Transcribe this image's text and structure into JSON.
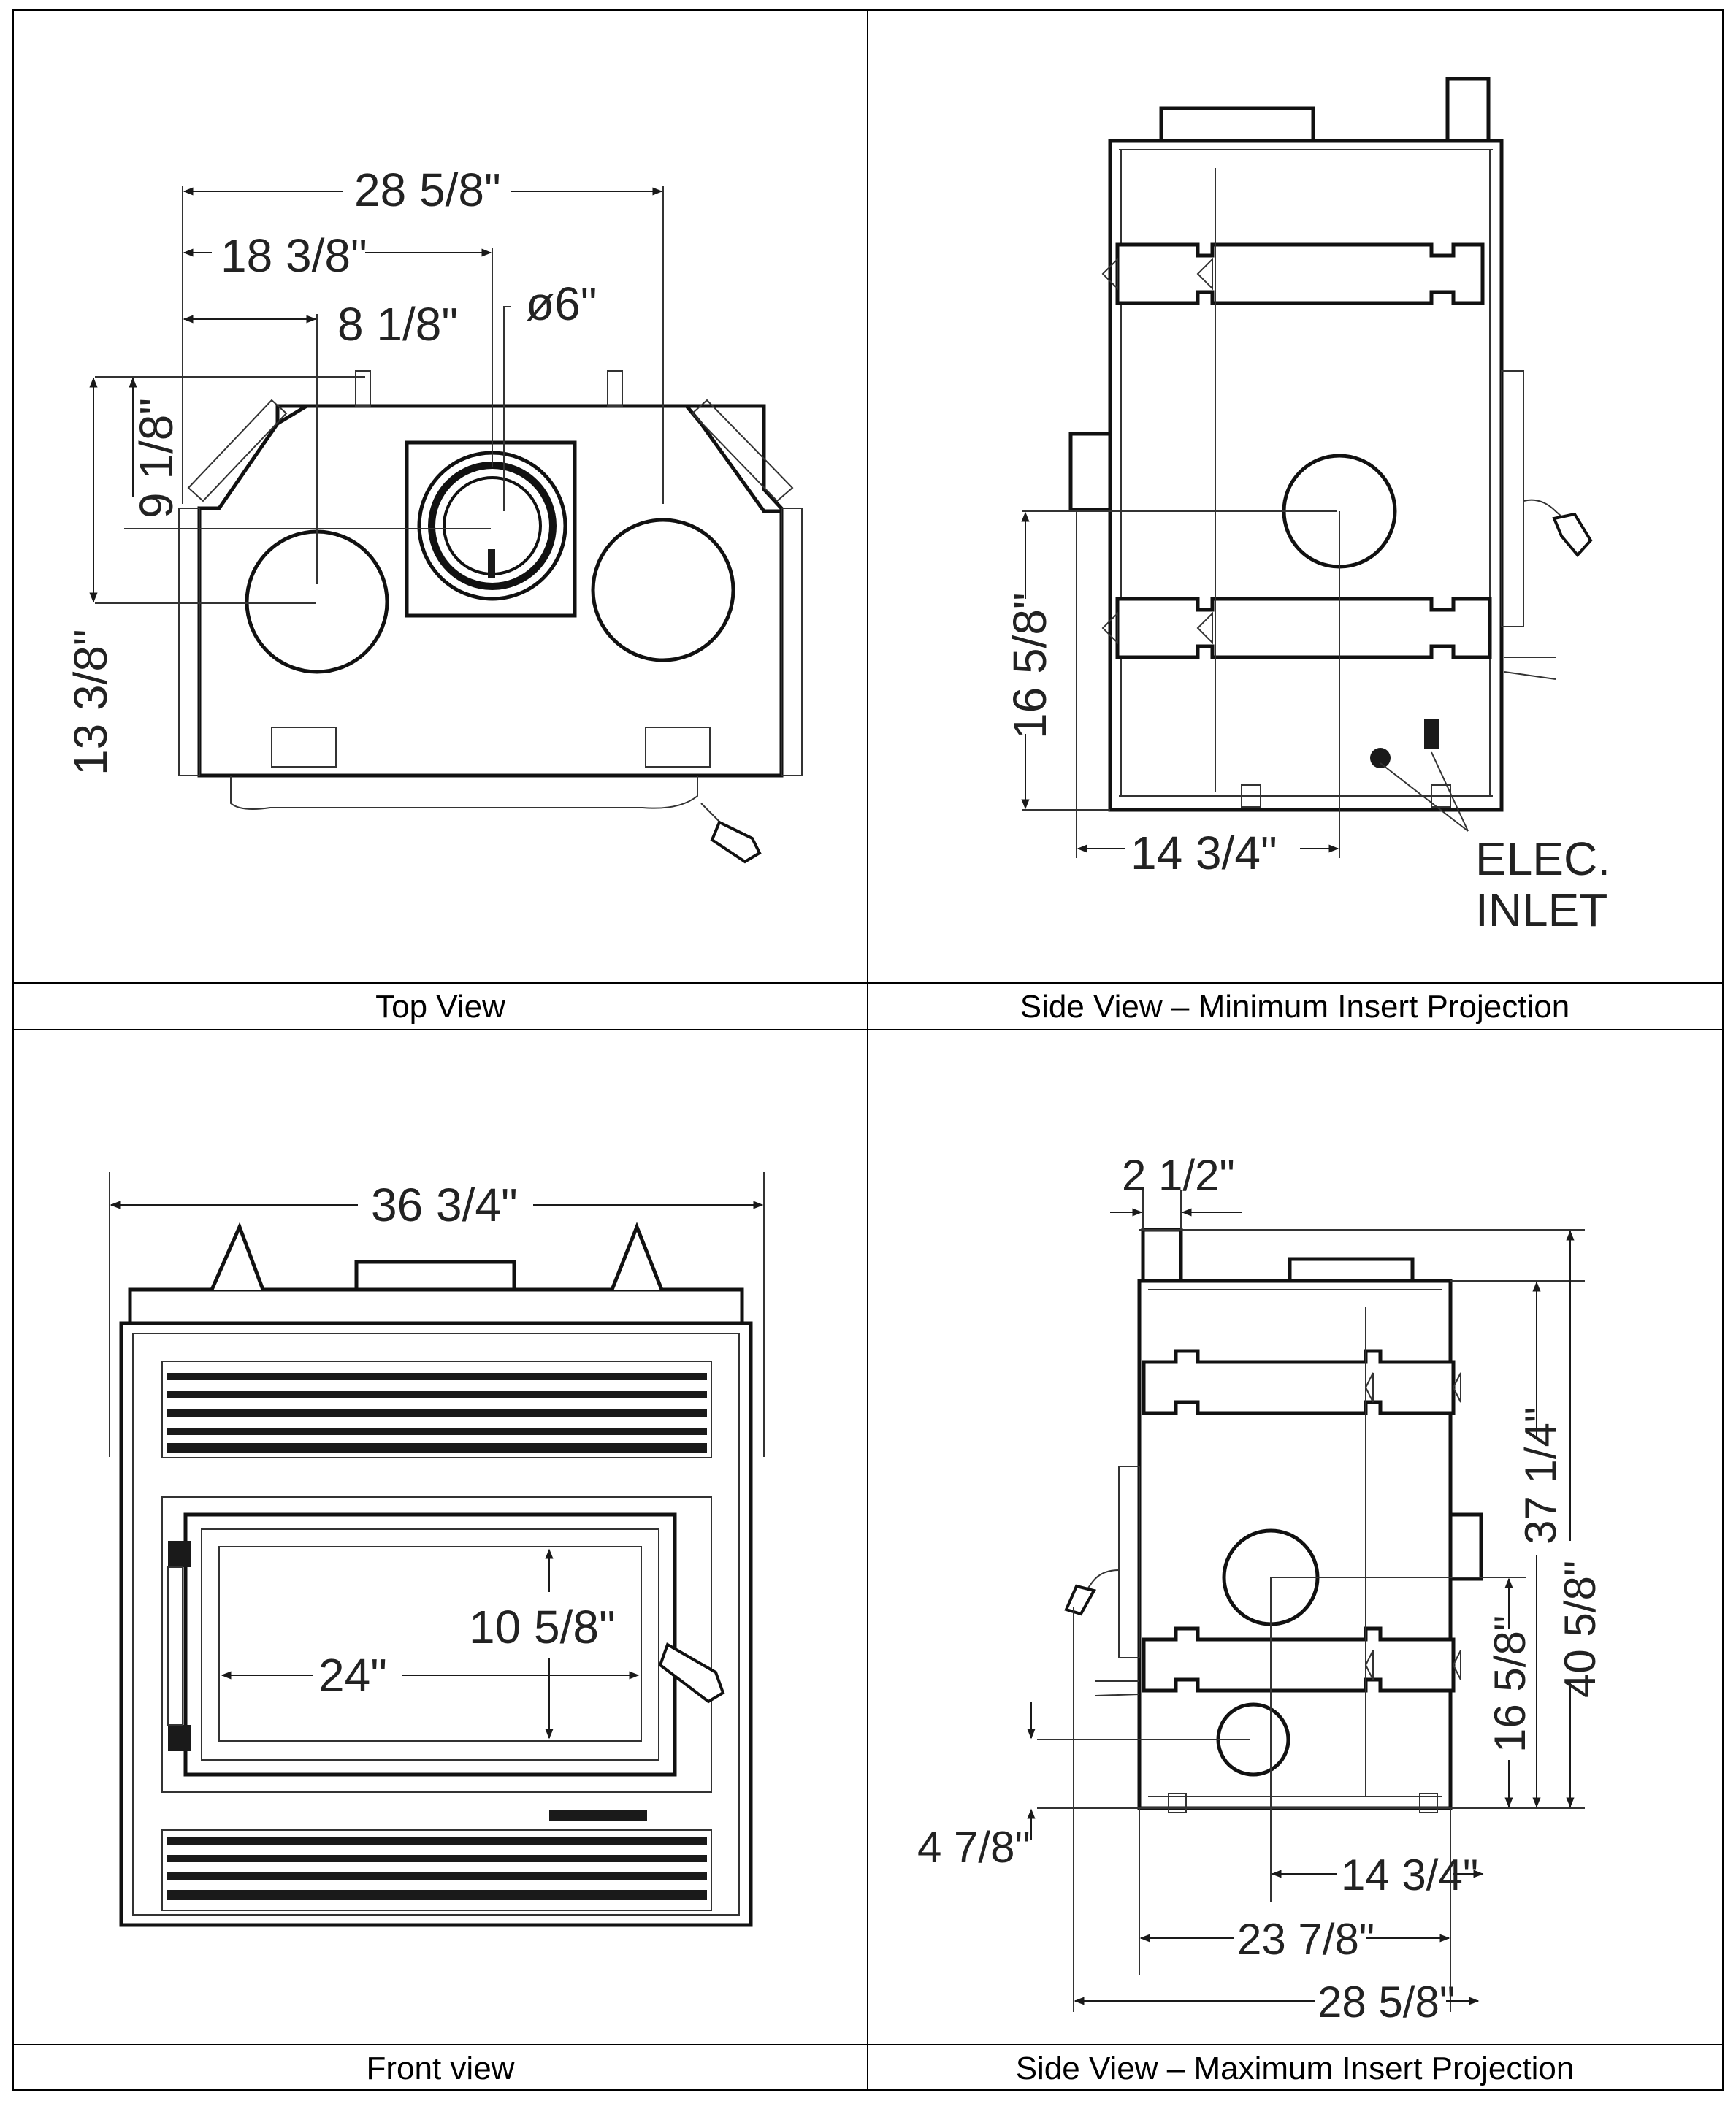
{
  "panels": [
    {
      "caption": "Top View",
      "dims": {
        "overall_width": "28 5/8\"",
        "right_flue_offset": "18 3/8\"",
        "left_flue_offset": "8 1/8\"",
        "flue_diameter": "ø6\"",
        "front_to_flue": "9 1/8\"",
        "depth": "13 3/8\""
      }
    },
    {
      "caption": "Side View – Minimum Insert Projection",
      "dims": {
        "flue_height": "16 5/8\"",
        "flue_setback": "14 3/4\""
      },
      "callout": [
        "ELEC.",
        "INLET"
      ]
    },
    {
      "caption": "Front view",
      "dims": {
        "overall_width": "36 3/4\"",
        "glass_width": "24\"",
        "glass_height": "10 5/8\""
      }
    },
    {
      "caption": "Side View – Maximum Insert Projection",
      "dims": {
        "collar": "2 1/2\"",
        "body_height": "37 1/4\"",
        "overall_height": "40 5/8\"",
        "flue_height": "16 5/8\"",
        "low_flue_height": "4 7/8\"",
        "flue_setback": "14 3/4\"",
        "body_depth": "23 7/8\"",
        "overall_depth": "28 5/8\""
      }
    }
  ]
}
